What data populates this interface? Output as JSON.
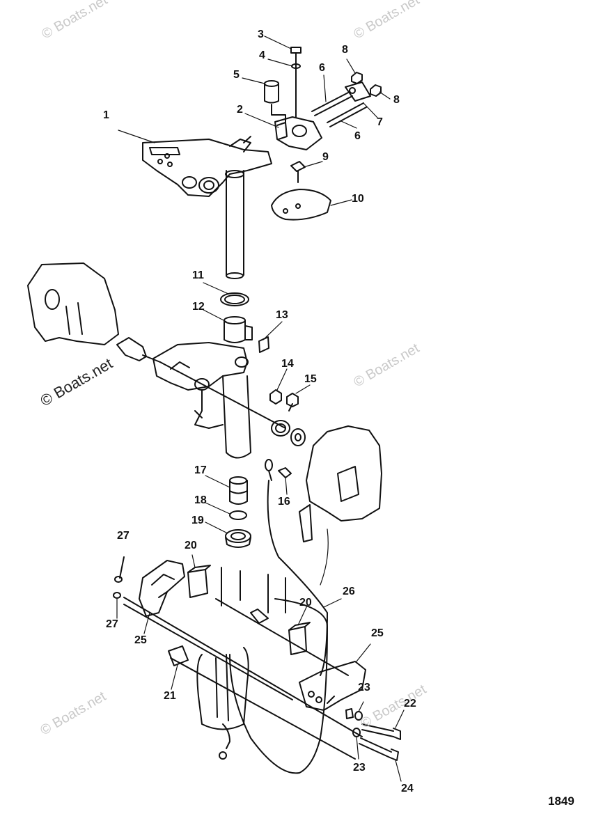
{
  "diagram": {
    "figure_number": "1849",
    "watermark": "© Boats.net",
    "part_labels": [
      "1",
      "2",
      "3",
      "4",
      "5",
      "6",
      "6",
      "7",
      "8",
      "8",
      "9",
      "10",
      "11",
      "12",
      "13",
      "14",
      "15",
      "16",
      "17",
      "18",
      "19",
      "20",
      "20",
      "21",
      "22",
      "23",
      "23",
      "24",
      "25",
      "25",
      "26",
      "27",
      "27"
    ]
  }
}
